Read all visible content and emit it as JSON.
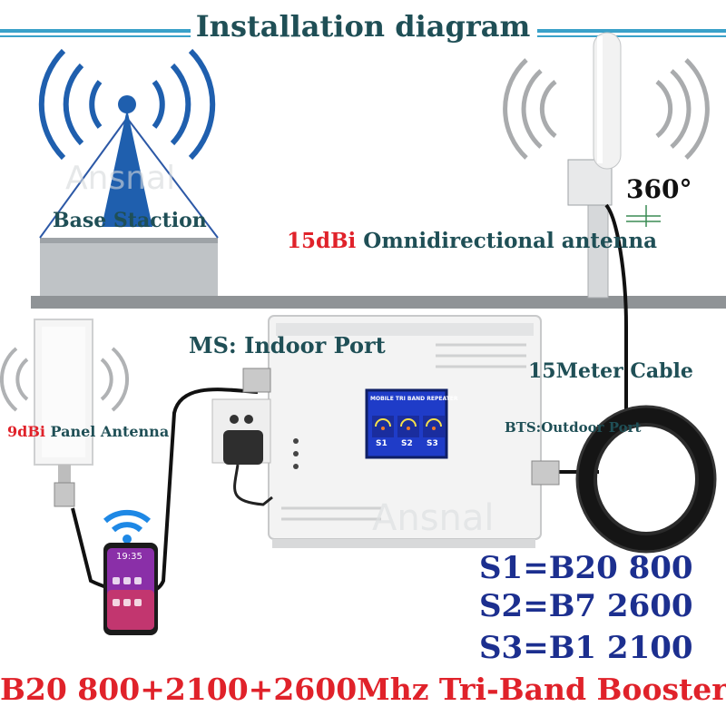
{
  "title": "Installation diagram",
  "labels": {
    "base_station": "Base Staction",
    "omni_gain": "15dBi",
    "omni_name": "Omnidirectional antenna",
    "degrees": "360°",
    "ms_port": "MS: Indoor Port",
    "cable": "15Meter Cable",
    "panel_gain": "9dBi",
    "panel_name": "Panel Antenna",
    "bts_port": "BTS:Outdoor Port"
  },
  "bands": [
    {
      "label": "S1=B20 800"
    },
    {
      "label": "S2=B7 2600"
    },
    {
      "label": "S3=B1 2100"
    }
  ],
  "repeater": {
    "screen_title": "MOBILE TRI BAND REPEATER",
    "slots": [
      "S1",
      "S2",
      "S3"
    ]
  },
  "phone_time": "19:35",
  "watermark": "Ansnal",
  "footer": "B20 800+2100+2600Mhz Tri-Band Booster",
  "colors": {
    "title": "#1f4f56",
    "accent_red": "#e0222a",
    "band_blue": "#1c2f8f",
    "title_bar": "#3aa1c9"
  }
}
